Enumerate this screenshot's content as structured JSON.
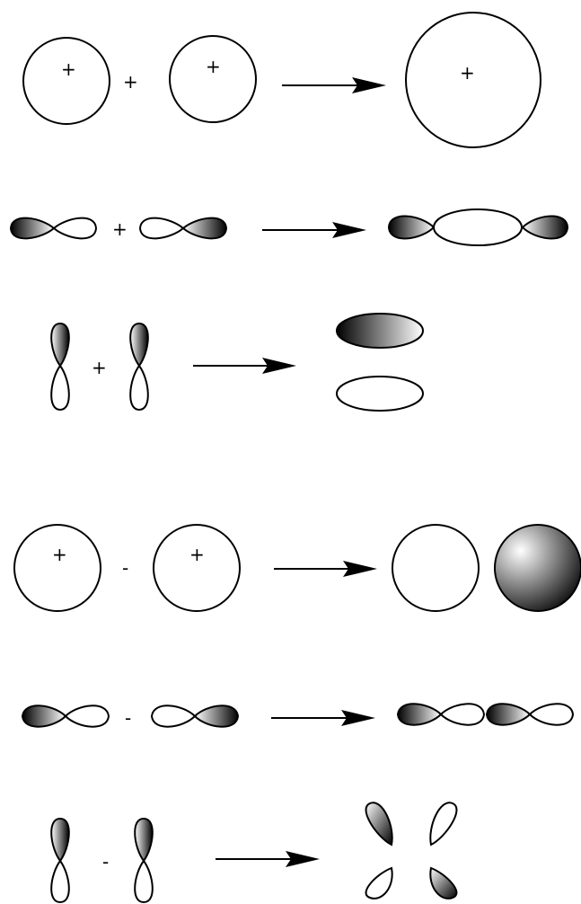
{
  "diagram": {
    "title": "",
    "rows": [
      {
        "id": "s-plus",
        "left": "s",
        "operator": "+",
        "right": "s",
        "result": "sigma-bonding",
        "labels": [
          "+",
          "+",
          "+"
        ]
      },
      {
        "id": "px-plus",
        "left": "p-horizontal",
        "operator": "+",
        "right": "p-horizontal",
        "result": "sigma-bonding",
        "labels": []
      },
      {
        "id": "py-plus",
        "left": "p-vertical",
        "operator": "+",
        "right": "p-vertical",
        "result": "pi-bonding",
        "labels": []
      },
      {
        "id": "s-minus",
        "left": "s",
        "operator": "-",
        "right": "s",
        "result": "sigma-antibonding",
        "labels": [
          "+",
          "+"
        ]
      },
      {
        "id": "px-minus",
        "left": "p-horizontal",
        "operator": "-",
        "right": "p-horizontal",
        "result": "sigma-antibonding",
        "labels": []
      },
      {
        "id": "py-minus",
        "left": "p-vertical",
        "operator": "-",
        "right": "p-vertical",
        "result": "pi-antibonding",
        "labels": []
      }
    ],
    "colors": {
      "line": "#000000",
      "shade_dark": "#000000",
      "shade_light": "#ffffff",
      "background": "#ffffff"
    }
  }
}
